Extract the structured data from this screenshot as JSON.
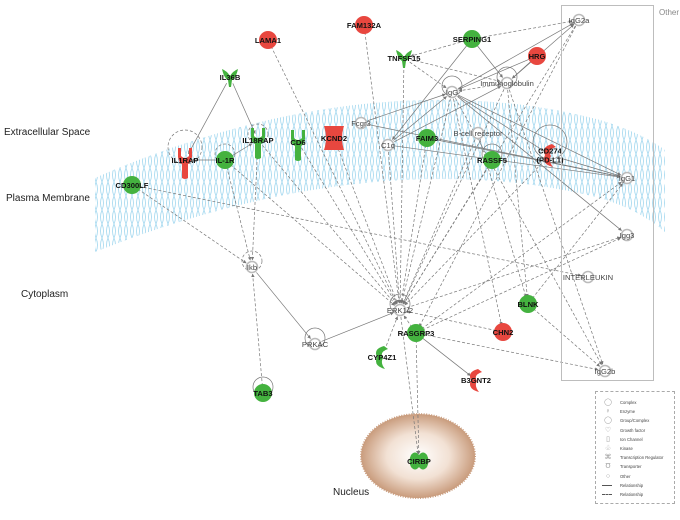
{
  "regions": [
    {
      "id": "extracellular",
      "label": "Extracellular Space"
    },
    {
      "id": "membrane",
      "label": "Plasma Membrane"
    },
    {
      "id": "cytoplasm",
      "label": "Cytoplasm"
    },
    {
      "id": "nucleus",
      "label": "Nucleus"
    },
    {
      "id": "other",
      "label": "Other"
    }
  ],
  "colors": {
    "up": "#e8473f",
    "down": "#44b23f",
    "neutral_fill": "#ffffff",
    "neutral_stroke": "#bbbbbb",
    "membrane": "#9fd6ee",
    "nucleus": "#c99c7d",
    "edge": "#777777"
  },
  "nodes": [
    {
      "id": "LAMA1",
      "label": "LAMA1",
      "shape": "circle",
      "status": "up"
    },
    {
      "id": "FAM132A",
      "label": "FAM132A",
      "shape": "circle",
      "status": "up"
    },
    {
      "id": "SERPING1",
      "label": "SERPING1",
      "shape": "circle",
      "status": "down"
    },
    {
      "id": "HRG",
      "label": "HRG",
      "shape": "circle",
      "status": "up"
    },
    {
      "id": "TNFSF15",
      "label": "TNFSF15",
      "shape": "growth-factor",
      "status": "down"
    },
    {
      "id": "IL36B",
      "label": "IL36B",
      "shape": "growth-factor",
      "status": "down"
    },
    {
      "id": "IgG",
      "label": "IgG",
      "shape": "complex",
      "status": "none"
    },
    {
      "id": "Immunoglobulin",
      "label": "Immunoglobulin",
      "shape": "complex",
      "status": "none"
    },
    {
      "id": "IgG2a",
      "label": "IgG2a",
      "shape": "complex",
      "status": "none"
    },
    {
      "id": "IL1RAP",
      "label": "IL1RAP",
      "shape": "receptor",
      "status": "up"
    },
    {
      "id": "IL-1R",
      "label": "IL-1R",
      "shape": "circle",
      "status": "down"
    },
    {
      "id": "IL18RAP",
      "label": "IL18RAP",
      "shape": "receptor",
      "status": "down"
    },
    {
      "id": "CD6",
      "label": "CD6",
      "shape": "receptor",
      "status": "down"
    },
    {
      "id": "KCND2",
      "label": "KCND2",
      "shape": "ion-channel",
      "status": "up"
    },
    {
      "id": "Fcgr3",
      "label": "Fcgr3",
      "shape": "complex",
      "status": "none"
    },
    {
      "id": "C1q",
      "label": "C1q",
      "shape": "complex",
      "status": "none"
    },
    {
      "id": "FAIM3",
      "label": "FAIM3",
      "shape": "circle",
      "status": "down"
    },
    {
      "id": "B-cell receptor",
      "label": "B-cell receptor",
      "shape": "complex",
      "status": "none"
    },
    {
      "id": "RASSF5",
      "label": "RASSF5",
      "shape": "circle",
      "status": "down"
    },
    {
      "id": "CD274",
      "label": "CD274\n(PD-L1)",
      "shape": "enzyme",
      "status": "up"
    },
    {
      "id": "IgG1",
      "label": "IgG1",
      "shape": "complex",
      "status": "none"
    },
    {
      "id": "CD300LF",
      "label": "CD300LF",
      "shape": "circle",
      "status": "down"
    },
    {
      "id": "Igg3",
      "label": "Igg3",
      "shape": "complex",
      "status": "none"
    },
    {
      "id": "INTERLEUKIN",
      "label": "INTERLEUKIN",
      "shape": "complex",
      "status": "none"
    },
    {
      "id": "Ikb",
      "label": "Ikb",
      "shape": "complex",
      "status": "none"
    },
    {
      "id": "ERK1/2",
      "label": "ERK1/2",
      "shape": "complex",
      "status": "none"
    },
    {
      "id": "BLNK",
      "label": "BLNK",
      "shape": "circle",
      "status": "down"
    },
    {
      "id": "CHN2",
      "label": "CHN2",
      "shape": "circle",
      "status": "up"
    },
    {
      "id": "RASGRP3",
      "label": "RASGRP3",
      "shape": "circle",
      "status": "down"
    },
    {
      "id": "PRKAC",
      "label": "PRKAC",
      "shape": "complex",
      "status": "none"
    },
    {
      "id": "CYP4Z1",
      "label": "CYP4Z1",
      "shape": "enzyme",
      "status": "down"
    },
    {
      "id": "B3GNT2",
      "label": "B3GNT2",
      "shape": "enzyme",
      "status": "up"
    },
    {
      "id": "IgG2b",
      "label": "IgG2b",
      "shape": "complex",
      "status": "none"
    },
    {
      "id": "TAB3",
      "label": "TAB3",
      "shape": "circle",
      "status": "down"
    },
    {
      "id": "CIRBP",
      "label": "CIRBP",
      "shape": "other-blob",
      "status": "down"
    }
  ],
  "edges": [
    [
      "IL36B",
      "IL1RAP",
      "solid"
    ],
    [
      "IL36B",
      "IL18RAP",
      "solid"
    ],
    [
      "IL-1R",
      "IL1RAP",
      "solid"
    ],
    [
      "IL-1R",
      "IL18RAP",
      "solid"
    ],
    [
      "IL1RAP",
      "IL1RAP",
      "dashed-self"
    ],
    [
      "IL-1R",
      "IL-1R",
      "dashed-self"
    ],
    [
      "IL18RAP",
      "IL18RAP",
      "dashed-self"
    ],
    [
      "LAMA1",
      "ERK1/2",
      "dashed"
    ],
    [
      "FAM132A",
      "ERK1/2",
      "dashed"
    ],
    [
      "KCND2",
      "ERK1/2",
      "dashed"
    ],
    [
      "CD6",
      "ERK1/2",
      "dashed"
    ],
    [
      "IL18RAP",
      "ERK1/2",
      "dashed"
    ],
    [
      "IL-1R",
      "ERK1/2",
      "dashed"
    ],
    [
      "IL-1R",
      "Ikb",
      "dashed"
    ],
    [
      "IL18RAP",
      "Ikb",
      "dashed"
    ],
    [
      "CD300LF",
      "Ikb",
      "dashed"
    ],
    [
      "CD300LF",
      "INTERLEUKIN",
      "dashed"
    ],
    [
      "TAB3",
      "Ikb",
      "dashed"
    ],
    [
      "Ikb",
      "PRKAC",
      "solid"
    ],
    [
      "PRKAC",
      "ERK1/2",
      "solid"
    ],
    [
      "TNFSF15",
      "ERK1/2",
      "dashed"
    ],
    [
      "TNFSF15",
      "IgG",
      "dashed"
    ],
    [
      "TNFSF15",
      "Immunoglobulin",
      "dashed"
    ],
    [
      "SERPING1",
      "TNFSF15",
      "dashed"
    ],
    [
      "SERPING1",
      "IgG2a",
      "dashed"
    ],
    [
      "SERPING1",
      "Immunoglobulin",
      "solid"
    ],
    [
      "SERPING1",
      "C1q",
      "solid"
    ],
    [
      "HRG",
      "IgG",
      "solid"
    ],
    [
      "HRG",
      "Immunoglobulin",
      "solid"
    ],
    [
      "IgG",
      "IgG2a",
      "solid"
    ],
    [
      "IgG",
      "IgG1",
      "solid"
    ],
    [
      "IgG",
      "Igg3",
      "solid"
    ],
    [
      "IgG",
      "ERK1/2",
      "dashed"
    ],
    [
      "IgG",
      "IgG",
      "solid-self"
    ],
    [
      "Immunoglobulin",
      "IgG",
      "dashed"
    ],
    [
      "Immunoglobulin",
      "ERK1/2",
      "dashed"
    ],
    [
      "Immunoglobulin",
      "IgG2a",
      "solid"
    ],
    [
      "Immunoglobulin",
      "Immunoglobulin",
      "solid-self"
    ],
    [
      "Fcgr3",
      "IgG",
      "solid"
    ],
    [
      "Fcgr3",
      "IgG1",
      "solid"
    ],
    [
      "C1q",
      "IgG",
      "solid"
    ],
    [
      "C1q",
      "Immunoglobulin",
      "solid"
    ],
    [
      "C1q",
      "IgG1",
      "solid"
    ],
    [
      "FAIM3",
      "IgG1",
      "solid"
    ],
    [
      "FAIM3",
      "ERK1/2",
      "dashed"
    ],
    [
      "B-cell receptor",
      "ERK1/2",
      "dashed"
    ],
    [
      "B-cell receptor",
      "BLNK",
      "dashed"
    ],
    [
      "RASSF5",
      "ERK1/2",
      "dashed"
    ],
    [
      "RASSF5",
      "RASSF5",
      "solid-self"
    ],
    [
      "CD274",
      "CD274",
      "solid-self"
    ],
    [
      "CD274",
      "IgG1",
      "solid"
    ],
    [
      "CD274",
      "ERK1/2",
      "dashed"
    ],
    [
      "IgG",
      "CD274",
      "solid"
    ],
    [
      "IgG",
      "CHN2",
      "dashed"
    ],
    [
      "Immunoglobulin",
      "BLNK",
      "dashed"
    ],
    [
      "Immunoglobulin",
      "IgG2b",
      "dashed"
    ],
    [
      "IgG2a",
      "ERK1/2",
      "dashed"
    ],
    [
      "IgG2a",
      "RASGRP3",
      "dashed"
    ],
    [
      "BLNK",
      "IgG1",
      "dashed"
    ],
    [
      "BLNK",
      "IgG2b",
      "dashed"
    ],
    [
      "CHN2",
      "ERK1/2",
      "dashed"
    ],
    [
      "RASGRP3",
      "ERK1/2",
      "dashed"
    ],
    [
      "RASGRP3",
      "IgG1",
      "dashed"
    ],
    [
      "RASGRP3",
      "Igg3",
      "dashed"
    ],
    [
      "RASGRP3",
      "IgG2b",
      "dashed"
    ],
    [
      "RASGRP3",
      "B3GNT2",
      "solid"
    ],
    [
      "CYP4Z1",
      "ERK1/2",
      "dashed"
    ],
    [
      "ERK1/2",
      "CIRBP",
      "dashed"
    ],
    [
      "RASGRP3",
      "CIRBP",
      "dashed"
    ],
    [
      "ERK1/2",
      "ERK1/2",
      "solid-self"
    ],
    [
      "Ikb",
      "Ikb",
      "dashed-self"
    ],
    [
      "PRKAC",
      "PRKAC",
      "solid-self"
    ],
    [
      "TAB3",
      "TAB3",
      "solid-self"
    ],
    [
      "ERK1/2",
      "Igg3",
      "dashed"
    ],
    [
      "IgG",
      "IgG2b",
      "dashed"
    ],
    [
      "C1q",
      "ERK1/2",
      "dashed"
    ]
  ],
  "legend": {
    "items": [
      {
        "icon": "complex-icon",
        "glyph": "◯",
        "label": "Complex"
      },
      {
        "icon": "enzyme-icon",
        "glyph": "♀",
        "label": "Enzyme"
      },
      {
        "icon": "group-icon",
        "glyph": "◯",
        "label": "Group/Complex"
      },
      {
        "icon": "growth-factor-icon",
        "glyph": "♡",
        "label": "Growth factor"
      },
      {
        "icon": "ion-channel-icon",
        "glyph": "▯",
        "label": "Ion Channel"
      },
      {
        "icon": "kinase-icon",
        "glyph": "♧",
        "label": "Kinase"
      },
      {
        "icon": "transcription-regulator-icon",
        "glyph": "⌘",
        "label": "Transcription Regulator"
      },
      {
        "icon": "transporter-icon",
        "glyph": "Ʊ",
        "label": "Transporter"
      },
      {
        "icon": "other-icon",
        "glyph": "○",
        "label": "Other"
      }
    ],
    "solid_relationship": "Relationship",
    "dashed_relationship": "Relationship"
  }
}
